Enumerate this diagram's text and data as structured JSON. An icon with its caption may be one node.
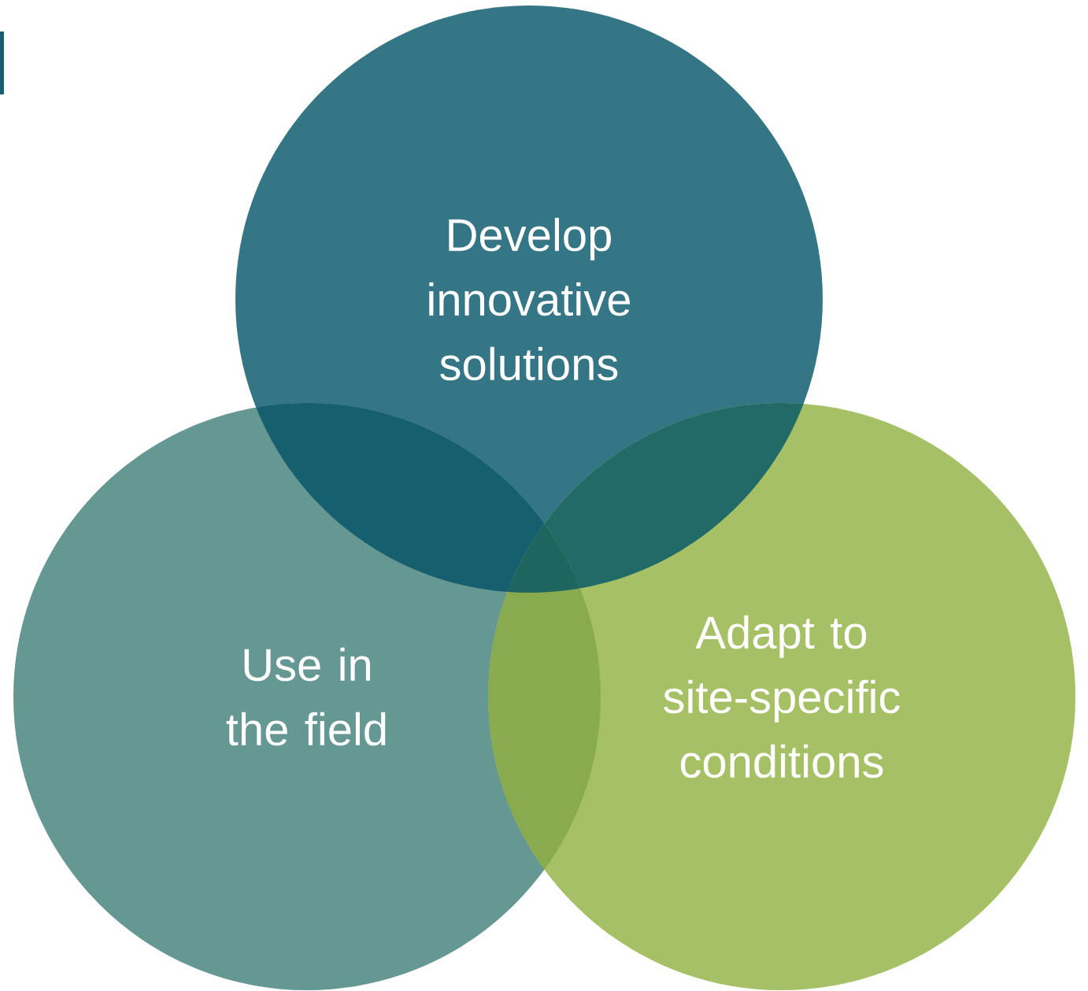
{
  "diagram": {
    "nodes": [
      {
        "text": [
          "Develop innovative solutions"
        ]
      },
      {
        "text": [
          "Use in the field"
        ]
      },
      {
        "text": [
          "Adapt to site-specific conditions"
        ]
      }
    ]
  }
}
